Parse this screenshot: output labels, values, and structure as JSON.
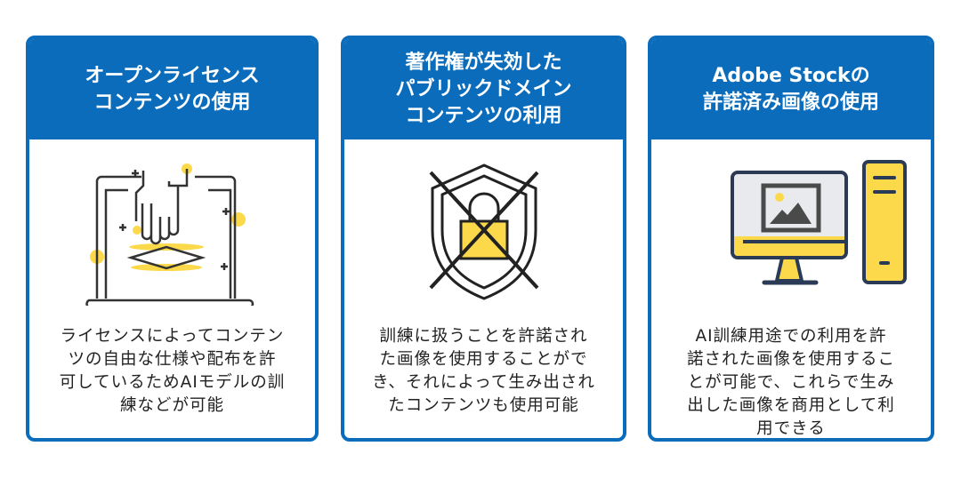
{
  "cards": [
    {
      "title_lines": [
        "オープンライセンス",
        "コンテンツの使用"
      ],
      "icon": "laptop-hand-icon",
      "body_lines": [
        "ライセンスによってコンテン",
        "ツの自由な仕様や配布を許",
        "可しているためAIモデルの訓",
        "練などが可能"
      ]
    },
    {
      "title_lines": [
        "著作権が失効した",
        "パブリックドメイン",
        "コンテンツの利用"
      ],
      "icon": "shield-lock-crossed-icon",
      "body_lines": [
        "訓練に扱うことを許諾され",
        "た画像を使用することがで",
        "き、それによって生み出され",
        "たコンテンツも使用可能"
      ]
    },
    {
      "title_lines": [
        "Adobe Stockの",
        "許諾済み画像の使用"
      ],
      "icon": "desktop-computer-icon",
      "body_lines": [
        "AI訓練用途での利用を許",
        "諾された画像を使用するこ",
        "とが可能で、これらで生み",
        "出した画像を商用として利",
        "用できる"
      ]
    }
  ],
  "colors": {
    "blue": "#0a6cbb",
    "yellow": "#fcd94a",
    "navy": "#2b3a55"
  }
}
